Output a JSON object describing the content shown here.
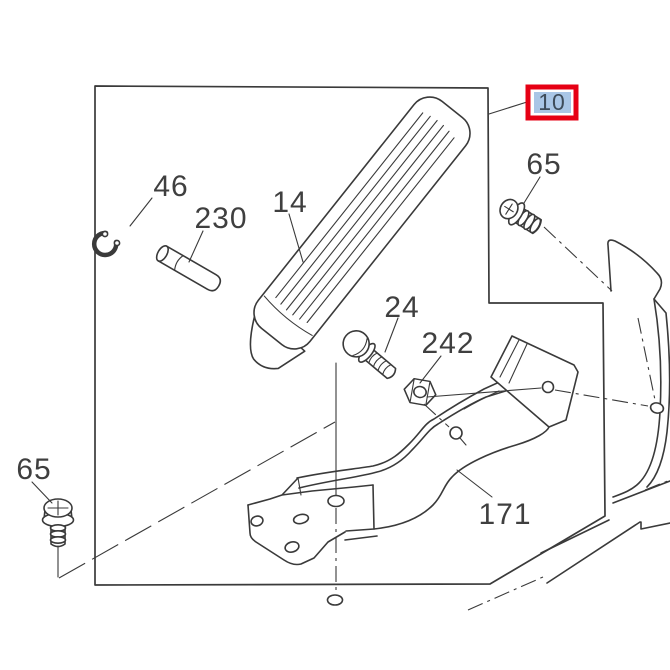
{
  "diagram": {
    "kind": "parts-exploded-diagram",
    "selected_callout": "10",
    "callouts": {
      "top_frame": "10",
      "eclip": "46",
      "pin": "230",
      "pedal_pad": "14",
      "bolt": "24",
      "nut": "242",
      "bolt_upper": "65",
      "bolt_lower": "65",
      "bracket": "171"
    }
  },
  "colors": {
    "line": "#3a3a3a",
    "label_text": "#3f3f3f",
    "highlight_border": "#e60014",
    "highlight_fill": "#a9c6e6",
    "highlight_text": "#3e4c5a",
    "background": "#ffffff"
  }
}
